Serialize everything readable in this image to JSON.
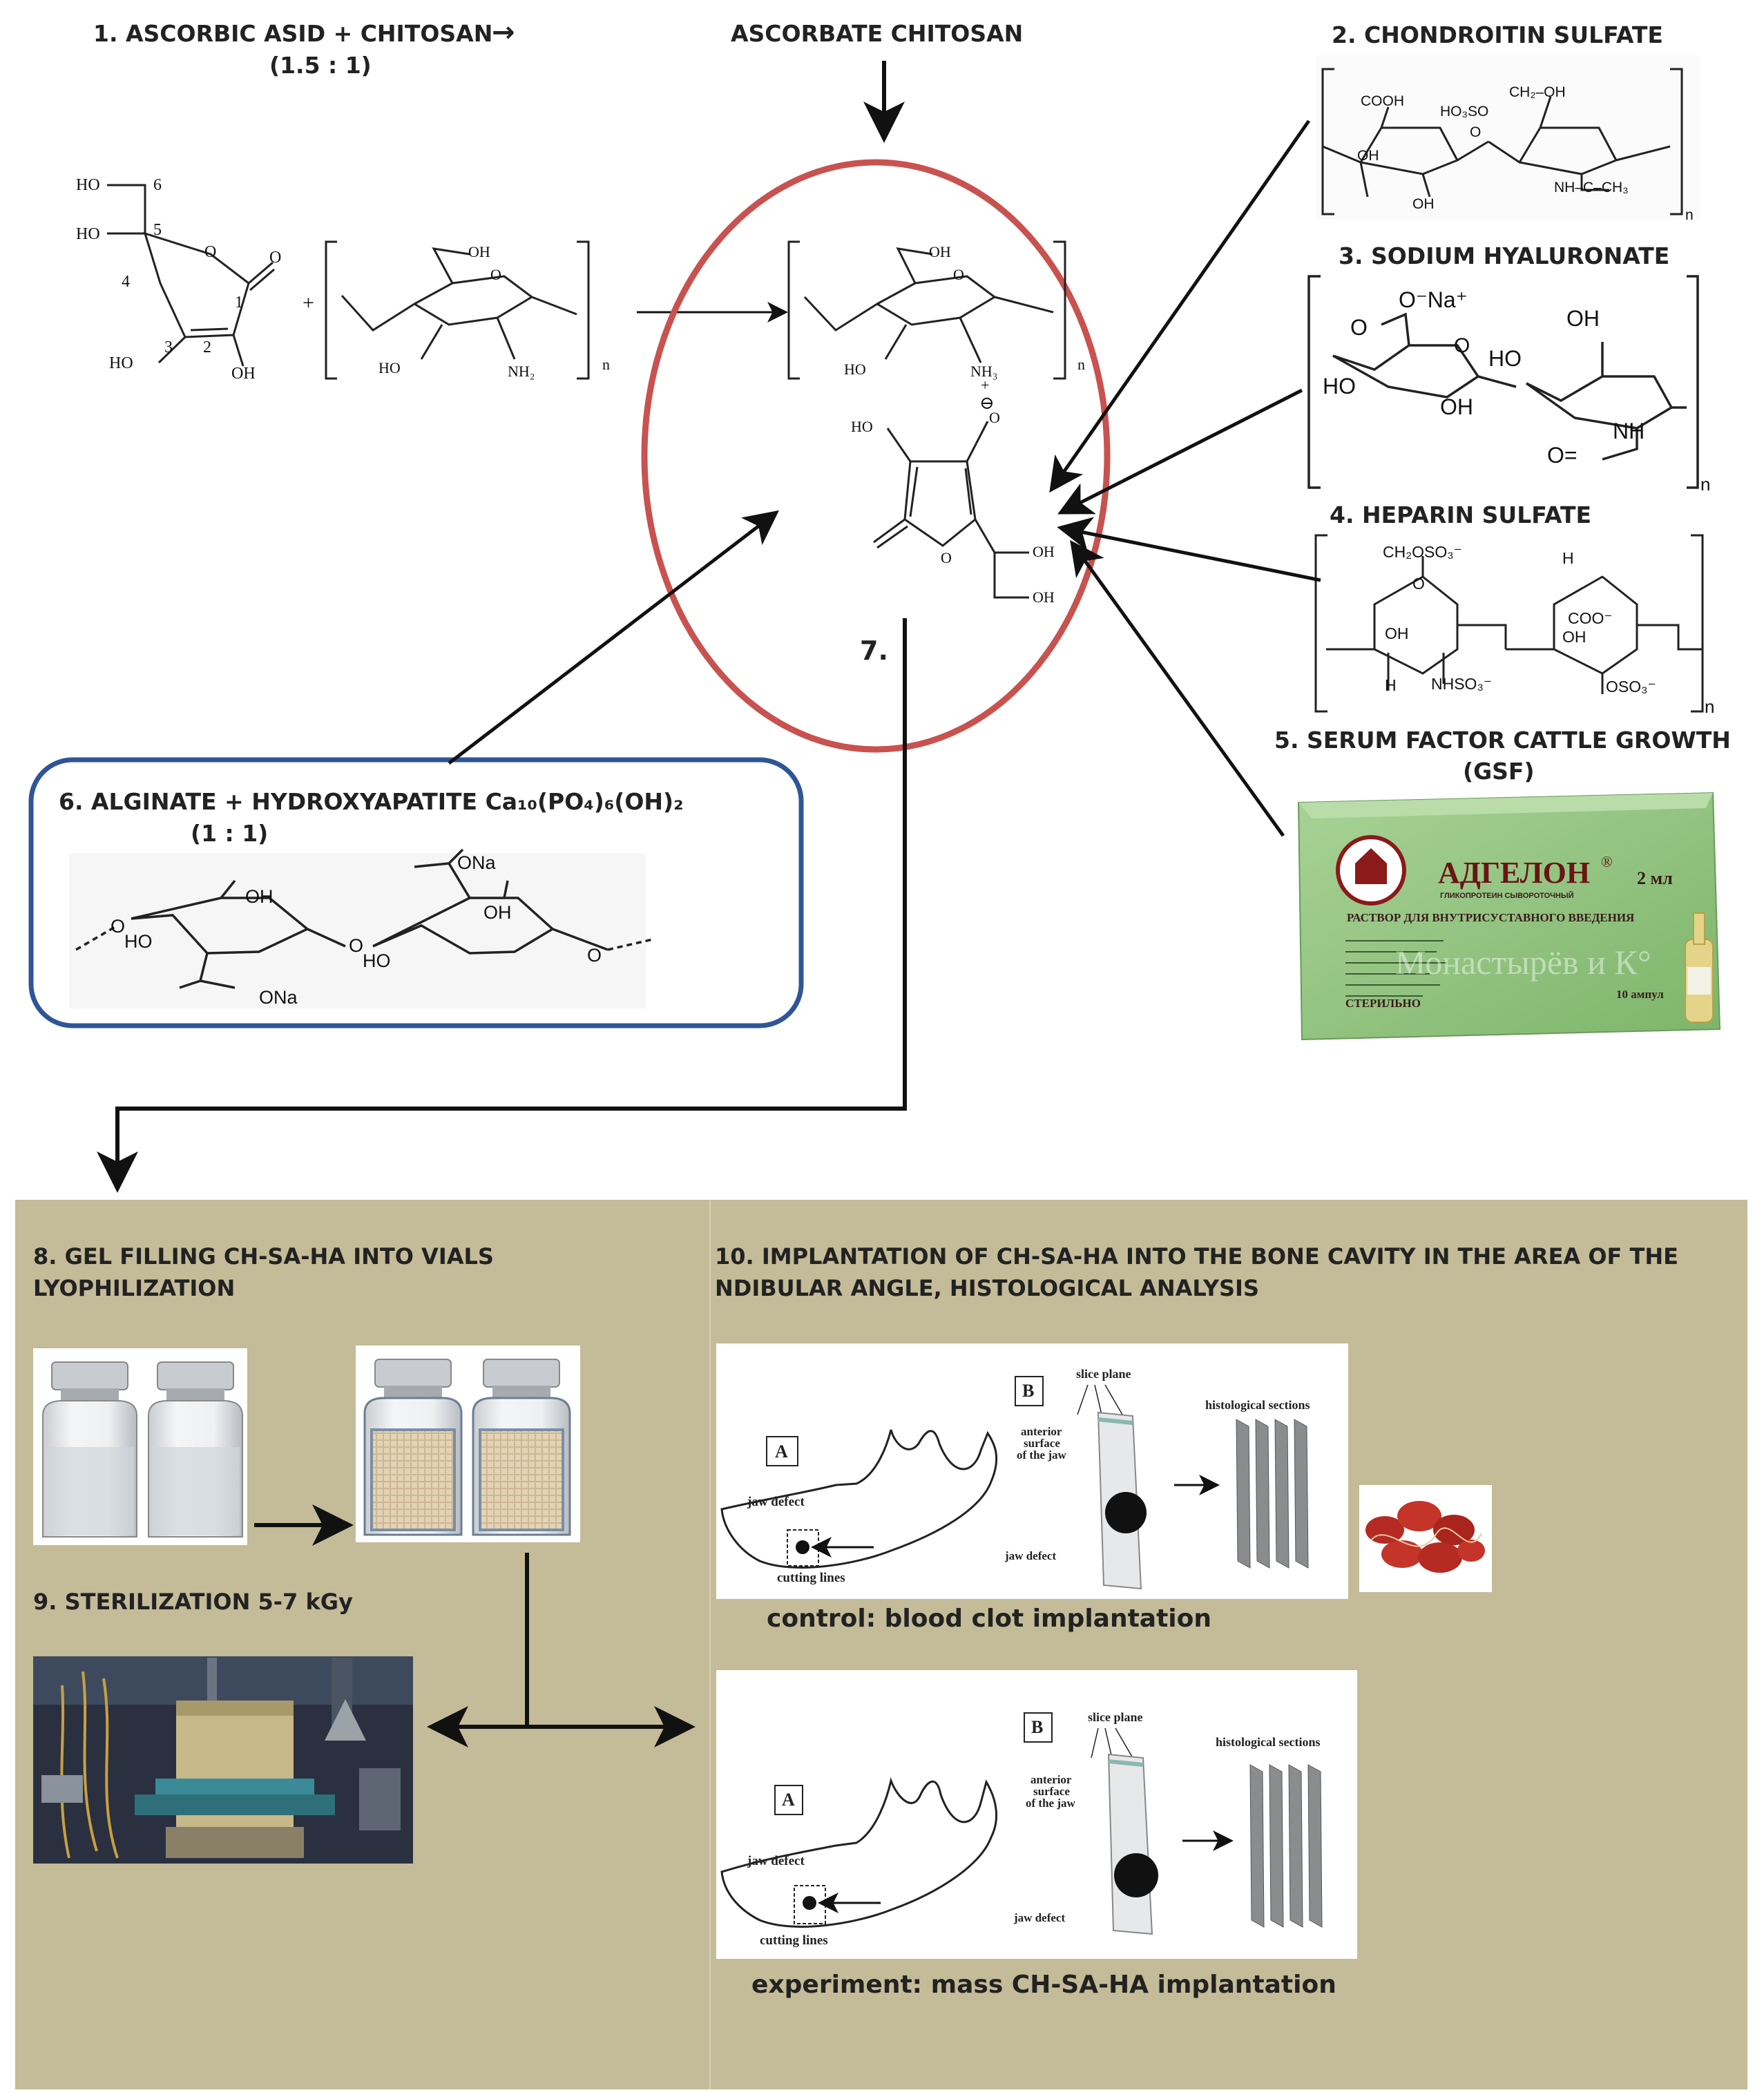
{
  "colors": {
    "olive_panel": "#c4bb98",
    "ring": "#c8524f",
    "box_border": "#2f5597",
    "box_green": "#8cc07a",
    "clot_red": "#b52a22"
  },
  "steps": {
    "s1_title": "1. ASCORBIC ASID + CHITOSAN",
    "s1_arrow": "→",
    "s1_ratio": "(1.5 : 1)",
    "ascorbate_title": "ASCORBATE CHITOSAN",
    "s2_title": "2. CHONDROITIN SULFATE",
    "s3_title": "3. SODIUM HYALURONATE",
    "s4_title": "4. HEPARIN SULFATE",
    "s5_title_line1": "5. SERUM FACTOR CATTLE GROWTH",
    "s5_title_line2": "(GSF)",
    "s6_title": "6. ALGINATE +  HYDROXYAPATITE Ca₁₀(PO₄)₆(OH)₂",
    "s6_ratio": "(1 : 1)",
    "s7_label": "7.",
    "s8_line1": "8. GEL FILLING CH-SA-HA INTO VIALS",
    "s8_line2": "LYOPHILIZATION",
    "s9_title": "9. STERILIZATION 5-7 kGy",
    "s10_line1": "10. IMPLANTATION OF CH-SA-HA INTO THE BONE CAVITY IN THE AREA OF THE",
    "s10_line2": "NDIBULAR ANGLE, HISTOLOGICAL ANALYSIS",
    "control_caption": "control: blood clot implantation",
    "experiment_caption": "experiment: mass CH-SA-HA implantation"
  },
  "chem": {
    "ascorbic": {
      "ho6": "HO",
      "n6": "6",
      "ho5": "HO",
      "n5": "5",
      "n4": "4",
      "n3": "3",
      "n2": "2",
      "n1": "1",
      "ho_left": "HO",
      "oh_right": "OH",
      "ring_o": "O",
      "carbonyl_o": "O",
      "plus": "+"
    },
    "chitosan": {
      "oh": "OH",
      "ho": "HO",
      "nh2": "NH₂",
      "n": "n",
      "ring_o": "O"
    },
    "product": {
      "oh": "OH",
      "ho": "HO",
      "nh3": "NH₃",
      "plus": "+",
      "minus": "⊖",
      "ho2": "HO",
      "o": "O",
      "oh1": "OH",
      "oh2": "OH",
      "n": "n",
      "ring_o": "O"
    },
    "chondroitin": {
      "cooh": "COOH",
      "hoso": "HO₃SO",
      "ch2oh": "CH₂–OH",
      "oh1": "OH",
      "oh2": "OH",
      "nh": "NH–C–CH₃",
      "o": "O",
      "n": "n",
      "ring_o": "O"
    },
    "hyaluronate": {
      "ona": "O⁻Na⁺",
      "o1": "O",
      "oh1": "OH",
      "ho1": "HO",
      "oh2": "OH",
      "ho2": "HO",
      "nh": "NH",
      "o2": "O=",
      "n": "n",
      "ring_o": "O"
    },
    "heparin": {
      "ch2": "CH₂OSO₃⁻",
      "h1": "H",
      "coo": "COO⁻",
      "oh1": "OH",
      "oh2": "OH",
      "nhso": "NHSO₃⁻",
      "oso": "OSO₃⁻",
      "h2": "H",
      "n": "n",
      "ring_o": "O"
    },
    "alginate": {
      "oh1": "OH",
      "ona1": "ONa",
      "oh2": "OH",
      "ho1": "HO",
      "ho2": "HO",
      "ona2": "ONa",
      "o1": "O",
      "o2": "O",
      "ring_o": "O"
    }
  },
  "adgelon": {
    "brand": "АДГЕЛОН",
    "reg": "®",
    "volume": "2 мл",
    "subtitle": "ГЛИКОПРОТЕИН СЫВОРОТОЧНЫЙ",
    "solution": "РАСТВОР ДЛЯ ВНУТРИСУСТАВНОГО ВВЕДЕНИЯ",
    "sterile": "СТЕРИЛЬНО",
    "ampoules": "10 ампул",
    "watermark": "Монастырёв и К°"
  },
  "implant": {
    "a_label": "A",
    "b_label": "B",
    "jaw_defect": "jaw defect",
    "cutting_lines": "cutting lines",
    "slice_plane": "slice plane",
    "anterior_1": "anterior",
    "anterior_2": "surface",
    "anterior_3": "of the jaw",
    "histological_sections": "histological sections",
    "jaw_defect_b": "jaw defect"
  }
}
